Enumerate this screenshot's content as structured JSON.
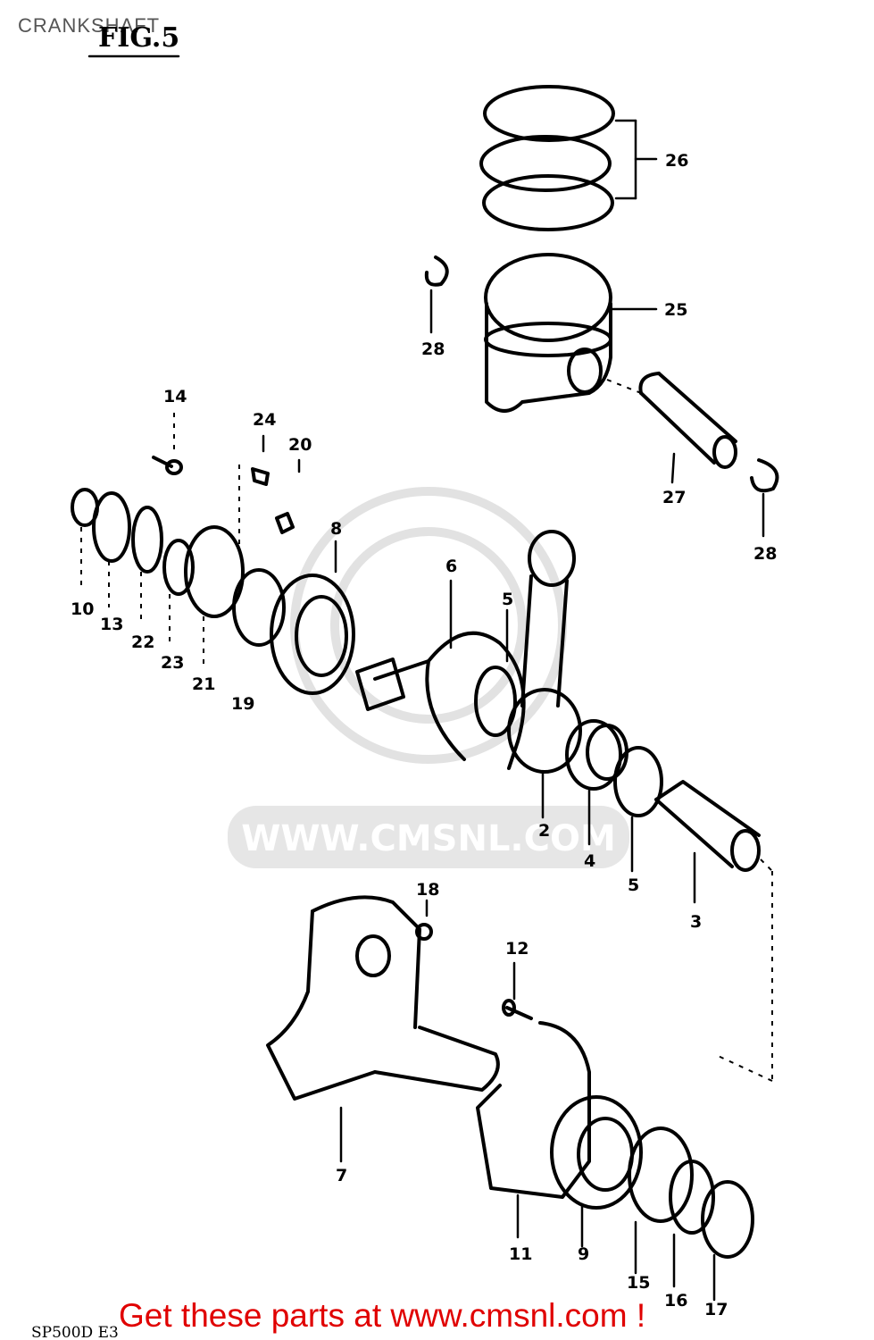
{
  "page": {
    "title": "CRANKSHAFT",
    "fig_label": "FIG.5",
    "model_code": "SP500D E3",
    "watermark": "WWW.CMSNL.COM",
    "cta": "Get these parts at www.cmsnl.com !"
  },
  "callouts": [
    "26",
    "25",
    "28",
    "27",
    "28",
    "14",
    "24",
    "20",
    "8",
    "6",
    "5",
    "10",
    "13",
    "22",
    "23",
    "21",
    "19",
    "2",
    "4",
    "5",
    "3",
    "18",
    "12",
    "7",
    "11",
    "9",
    "15",
    "16",
    "17"
  ]
}
